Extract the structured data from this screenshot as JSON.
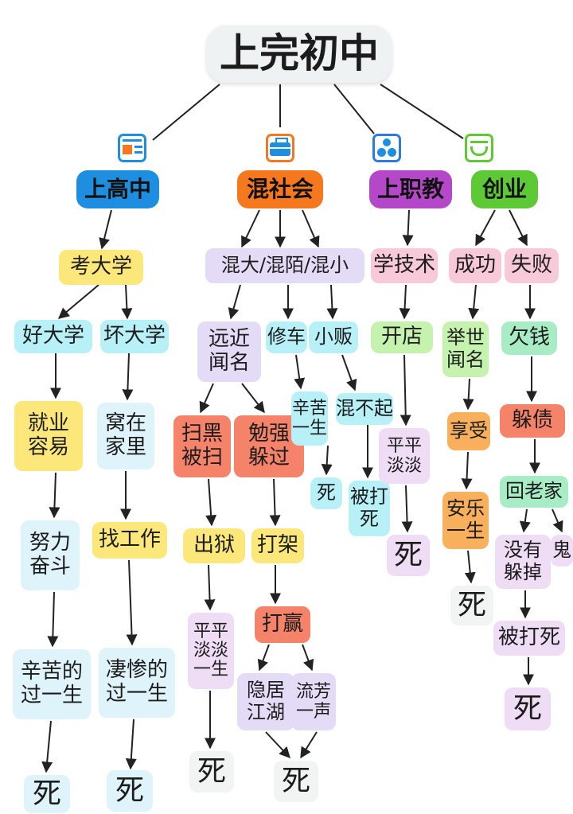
{
  "root": "上完初中",
  "branches": {
    "high_school": "上高中",
    "society": "混社会",
    "vocational": "上职教",
    "business": "创业"
  },
  "icons": [
    "document-icon",
    "briefcase-icon",
    "people-icon",
    "inbox-icon"
  ],
  "colors": {
    "blue": "#1e8fe0",
    "orange": "#f5781e",
    "purple": "#b547c9",
    "green": "#5dc935"
  },
  "nodes": {
    "kaodaxue": "考大学",
    "haodaxue": "好大学",
    "huaidaxue": "坏大学",
    "jiuye": "就业\n容易",
    "wozai": "窝在\n家里",
    "nuli": "努力\n奋斗",
    "zhaogongzuo": "找工作",
    "xinku": "辛苦的\n过一生",
    "qicang": "凄惨的\n过一生",
    "si1": "死",
    "si2": "死",
    "hunda": "混大/混陌/混小",
    "yuanjin": "远近\n闻名",
    "xiuche": "修车",
    "xiaofan": "小贩",
    "sajhei": "扫黑\n被扫",
    "miaoqiang": "勉强\n躲过",
    "xinku2": "辛苦\n一生",
    "hunbuqi": "混不起",
    "si3": "死",
    "beida1": "被打\n死",
    "chuyu": "出狱",
    "dajia": "打架",
    "pingping1": "平平\n淡淡\n一生",
    "daying": "打赢",
    "yinju": "隐居\n江湖",
    "liangming": "流芳\n一声",
    "si4": "死",
    "si5": "死",
    "xuejishu": "学技术",
    "kaidian": "开店",
    "pingping2": "平平\n淡淡",
    "si6": "死",
    "chenggong": "成功",
    "shibai": "失败",
    "jushi": "举世\n闻名",
    "xiangshou": "享受",
    "anle": "安乐\n一生",
    "si7": "死",
    "qianqian": "欠钱",
    "duozhai": "躲债",
    "huilaojia": "回老家",
    "meiyou": "没有\n躲掉",
    "gui": "鬼",
    "beidasi": "被打死",
    "si8": "死"
  }
}
